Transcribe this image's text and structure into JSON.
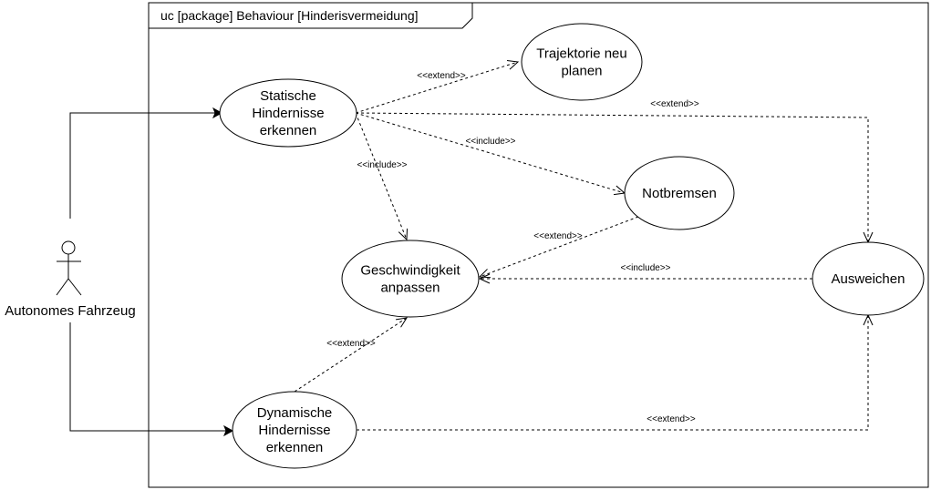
{
  "frame": {
    "title": "uc [package] Behaviour [Hinderisvermeidung]"
  },
  "actor": {
    "label": "Autonomes Fahrzeug"
  },
  "use_cases": [
    {
      "id": "statische",
      "lines": [
        "Statische",
        "Hindernisse",
        "erkennen"
      ]
    },
    {
      "id": "trajektorie",
      "lines": [
        "Trajektorie neu",
        "planen"
      ]
    },
    {
      "id": "notbremsen",
      "lines": [
        "Notbremsen"
      ]
    },
    {
      "id": "geschwindigkeit",
      "lines": [
        "Geschwindigkeit",
        "anpassen"
      ]
    },
    {
      "id": "ausweichen",
      "lines": [
        "Ausweichen"
      ]
    },
    {
      "id": "dynamische",
      "lines": [
        "Dynamische",
        "Hindernisse",
        "erkennen"
      ]
    }
  ],
  "relations": [
    {
      "id": "stat-traj",
      "from": "statische",
      "to": "trajektorie",
      "label": "<<extend>>"
    },
    {
      "id": "stat-ausw",
      "from": "statische",
      "to": "ausweichen",
      "label": "<<extend>>"
    },
    {
      "id": "stat-notb",
      "from": "statische",
      "to": "notbremsen",
      "label": "<<include>>"
    },
    {
      "id": "stat-gesch",
      "from": "statische",
      "to": "geschwindigkeit",
      "label": "<<include>>"
    },
    {
      "id": "notb-gesch",
      "from": "notbremsen",
      "to": "geschwindigkeit",
      "label": "<<extend>>"
    },
    {
      "id": "ausw-gesch",
      "from": "ausweichen",
      "to": "geschwindigkeit",
      "label": "<<include>>"
    },
    {
      "id": "dyn-gesch",
      "from": "dynamische",
      "to": "geschwindigkeit",
      "label": "<<extend>>"
    },
    {
      "id": "dyn-ausw",
      "from": "dynamische",
      "to": "ausweichen",
      "label": "<<extend>>"
    }
  ],
  "associations": [
    {
      "id": "actor-statische",
      "from": "actor",
      "to": "statische"
    },
    {
      "id": "actor-dynamische",
      "from": "actor",
      "to": "dynamische"
    }
  ]
}
